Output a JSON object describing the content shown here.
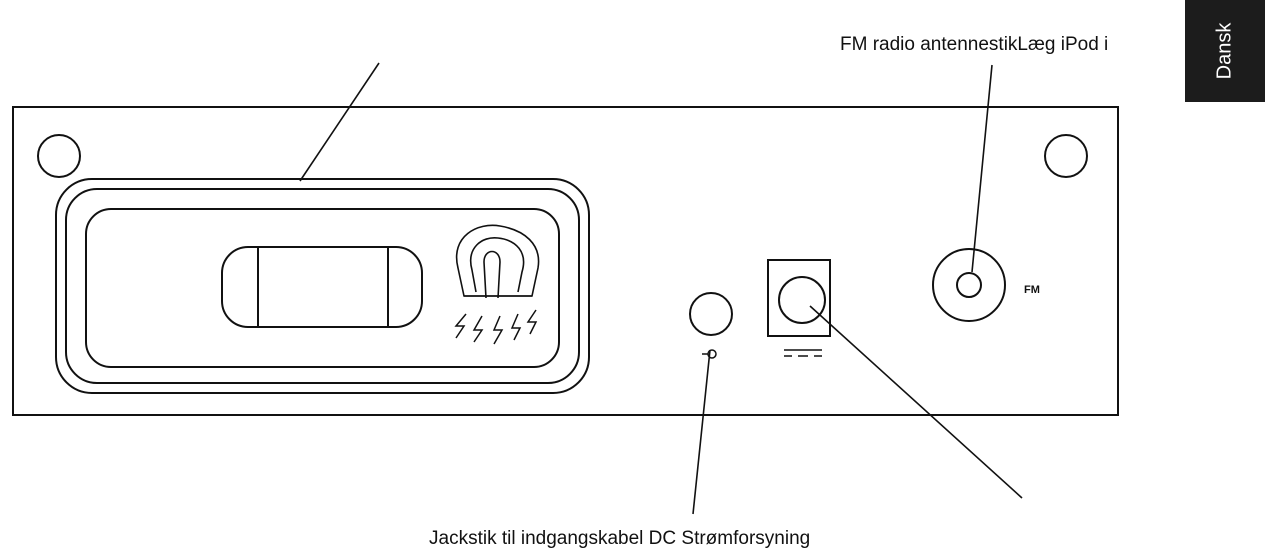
{
  "labels": {
    "fm_antenna": "FM radio antennestikLæg iPod i",
    "bottom": "Jackstik til indgangskabel DC Strømforsyning",
    "fm_jack": "FM"
  },
  "language_tab": {
    "text": "Dansk",
    "color": "#1c1c1c"
  },
  "colors": {
    "line": "#111111",
    "background": "#ffffff"
  }
}
